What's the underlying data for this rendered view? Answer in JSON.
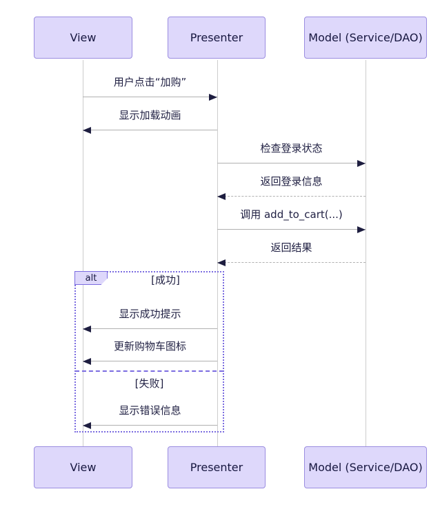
{
  "participants": [
    {
      "name": "View"
    },
    {
      "name": "Presenter"
    },
    {
      "name": "Model (Service/DAO)"
    }
  ],
  "messages": [
    {
      "text": "用户点击“加购”",
      "from": "View",
      "to": "Presenter",
      "line": "solid"
    },
    {
      "text": "显示加载动画",
      "from": "Presenter",
      "to": "View",
      "line": "solid"
    },
    {
      "text": "检查登录状态",
      "from": "Presenter",
      "to": "Model (Service/DAO)",
      "line": "solid"
    },
    {
      "text": "返回登录信息",
      "from": "Model (Service/DAO)",
      "to": "Presenter",
      "line": "dashed"
    },
    {
      "text": "调用 add_to_cart(...)",
      "from": "Presenter",
      "to": "Model (Service/DAO)",
      "line": "solid"
    },
    {
      "text": "返回结果",
      "from": "Model (Service/DAO)",
      "to": "Presenter",
      "line": "dashed"
    },
    {
      "text": "显示成功提示",
      "from": "Presenter",
      "to": "View",
      "line": "solid"
    },
    {
      "text": "更新购物车图标",
      "from": "Presenter",
      "to": "View",
      "line": "solid"
    },
    {
      "text": "显示错误信息",
      "from": "Presenter",
      "to": "View",
      "line": "solid"
    }
  ],
  "alt_block": {
    "label": "alt",
    "conditions": [
      "[成功]",
      "[失败]"
    ]
  },
  "colors": {
    "actor_fill": "#ded8fb",
    "actor_border": "#9a8ce0",
    "alt_border": "#7a6be0",
    "message_line": "#b0b0b0",
    "arrowhead": "#1e1e40",
    "text": "#1f1f42",
    "lifeline": "#cccccc",
    "background": "#ffffff"
  }
}
